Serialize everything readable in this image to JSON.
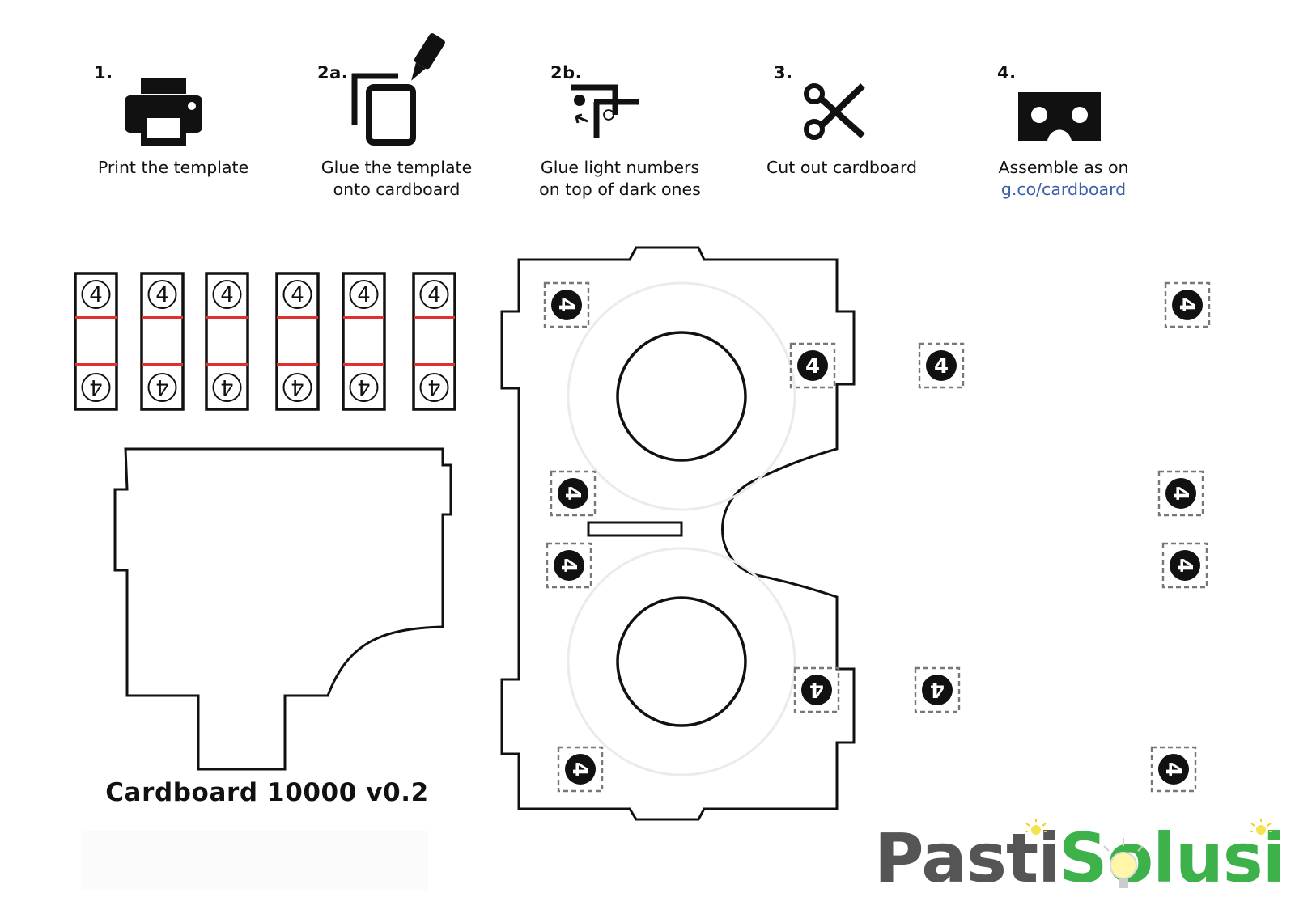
{
  "steps": [
    {
      "number": "1.",
      "caption_line1": "Print the template",
      "caption_line2": "",
      "icon": "printer-icon"
    },
    {
      "number": "2a.",
      "caption_line1": "Glue the template",
      "caption_line2": "onto cardboard",
      "icon": "glue-icon"
    },
    {
      "number": "2b.",
      "caption_line1": "Glue light numbers",
      "caption_line2": "on top of dark ones",
      "icon": "overlay-numbers-icon"
    },
    {
      "number": "3.",
      "caption_line1": "Cut out cardboard",
      "caption_line2": "",
      "icon": "scissors-icon"
    },
    {
      "number": "4.",
      "caption_line1": "Assemble as on",
      "caption_line2": "g.co/cardboard",
      "icon": "cardboard-viewer-icon"
    }
  ],
  "strip_number": "4",
  "marker_number": "4",
  "title": "Cardboard 10000 v0.2",
  "logo": {
    "part1": "Pasti",
    "part2": "Solusi"
  },
  "colors": {
    "link": "#3b5ea8",
    "fold_line": "#e03030",
    "logo_gray": "#555555",
    "logo_green": "#3db24b"
  }
}
